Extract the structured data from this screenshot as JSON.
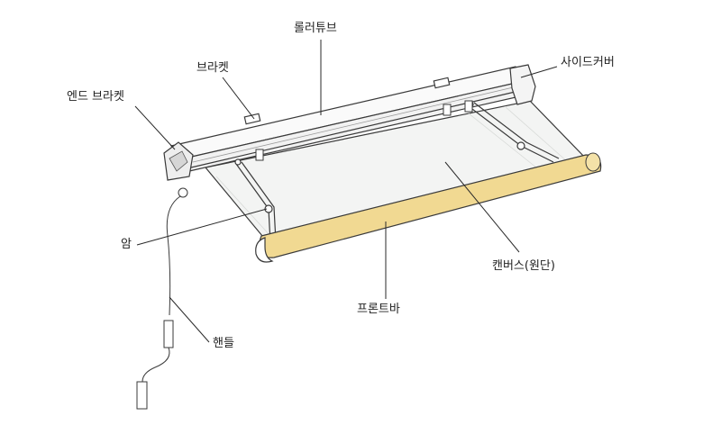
{
  "labels": {
    "roller_tube": "롤러튜브",
    "bracket": "브라켓",
    "side_cover": "사이드커버",
    "end_bracket": "엔드 브라켓",
    "arm": "암",
    "canvas": "캔버스(원단)",
    "front_bar": "프론트바",
    "handle": "핸들"
  },
  "colors": {
    "front_bar": "#f1d992",
    "canvas": "#f3f4f3",
    "frame": "#fafafa",
    "outline": "#3a3a3a"
  }
}
